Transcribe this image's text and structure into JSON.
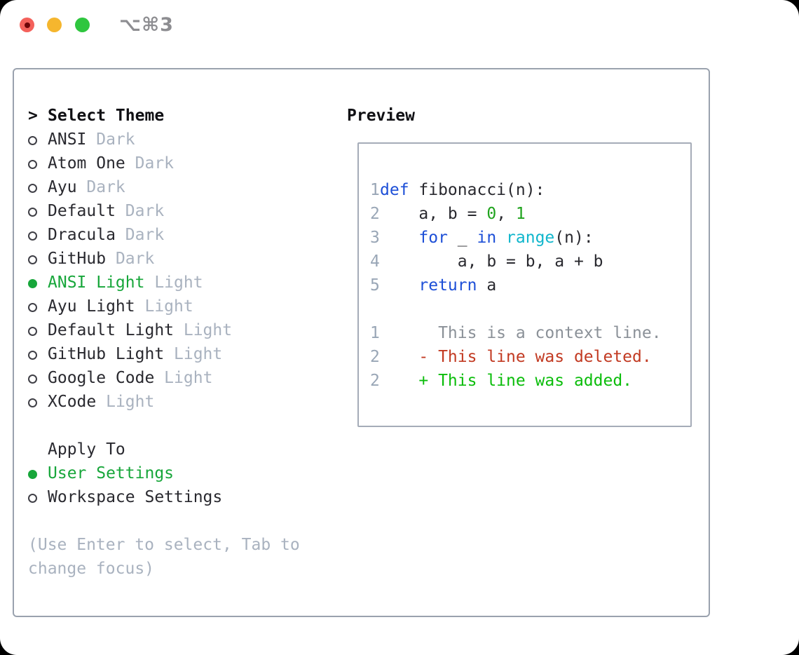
{
  "window": {
    "shortcut_label": "⌥⌘3",
    "traffic_lights": [
      {
        "name": "close",
        "color": "#f4615b",
        "inner_dot_color": "#6f0508"
      },
      {
        "name": "minimize",
        "color": "#f5b62e",
        "inner_dot_color": null
      },
      {
        "name": "zoom",
        "color": "#2fc63f",
        "inner_dot_color": null
      }
    ]
  },
  "theme_list": {
    "prompt": ">",
    "title": "Select Theme",
    "items": [
      {
        "name": "ANSI",
        "tag": "Dark",
        "selected": false
      },
      {
        "name": "Atom One",
        "tag": "Dark",
        "selected": false
      },
      {
        "name": "Ayu",
        "tag": "Dark",
        "selected": false
      },
      {
        "name": "Default",
        "tag": "Dark",
        "selected": false
      },
      {
        "name": "Dracula",
        "tag": "Dark",
        "selected": false
      },
      {
        "name": "GitHub",
        "tag": "Dark",
        "selected": false
      },
      {
        "name": "ANSI Light",
        "tag": "Light",
        "selected": true
      },
      {
        "name": "Ayu Light",
        "tag": "Light",
        "selected": false
      },
      {
        "name": "Default Light",
        "tag": "Light",
        "selected": false
      },
      {
        "name": "GitHub Light",
        "tag": "Light",
        "selected": false
      },
      {
        "name": "Google Code",
        "tag": "Light",
        "selected": false
      },
      {
        "name": "XCode",
        "tag": "Light",
        "selected": false
      }
    ]
  },
  "apply_to": {
    "title": "Apply To",
    "options": [
      {
        "label": "User Settings",
        "selected": true
      },
      {
        "label": "Workspace Settings",
        "selected": false
      }
    ]
  },
  "help": {
    "line1": "(Use Enter to select, Tab to",
    "line2": "change focus)"
  },
  "preview": {
    "title": "Preview",
    "code_lines": [
      {
        "num": "1",
        "segments": [
          [
            "def",
            "kw"
          ],
          [
            " fibonacci(n):",
            "text"
          ]
        ]
      },
      {
        "num": "2",
        "segments": [
          [
            "    a, b = ",
            "text"
          ],
          [
            "0",
            "num"
          ],
          [
            ", ",
            "text"
          ],
          [
            "1",
            "num"
          ]
        ]
      },
      {
        "num": "3",
        "segments": [
          [
            "    ",
            "text"
          ],
          [
            "for",
            "kw"
          ],
          [
            " _ ",
            "text"
          ],
          [
            "in",
            "kw"
          ],
          [
            " ",
            "text"
          ],
          [
            "range",
            "fn"
          ],
          [
            "(n):",
            "text"
          ]
        ]
      },
      {
        "num": "4",
        "segments": [
          [
            "        a, b = b, a + b",
            "text"
          ]
        ]
      },
      {
        "num": "5",
        "segments": [
          [
            "    ",
            "text"
          ],
          [
            "return",
            "kw"
          ],
          [
            " a",
            "text"
          ]
        ]
      },
      {
        "num": "",
        "segments": []
      },
      {
        "num": "1",
        "segments": [
          [
            "      This is a context line.",
            "ctx"
          ]
        ]
      },
      {
        "num": "2",
        "segments": [
          [
            "    ",
            "text"
          ],
          [
            "- This line was deleted.",
            "del"
          ]
        ]
      },
      {
        "num": "2",
        "segments": [
          [
            "    ",
            "text"
          ],
          [
            "+ This line was added.",
            "add"
          ]
        ]
      }
    ]
  },
  "colors": {
    "selected_green": "#17a63a",
    "tag_gray": "#a9b2bf",
    "help_gray": "#a9b2bf",
    "line_number_gray": "#99a6b6",
    "text_dark": "#29292f",
    "kw": "#1d4fd7",
    "fn": "#10b6cc",
    "num": "#1fa31d",
    "ctx": "#8b9198",
    "del": "#c23a22",
    "add": "#0bbd0b",
    "text": "#29292f"
  }
}
